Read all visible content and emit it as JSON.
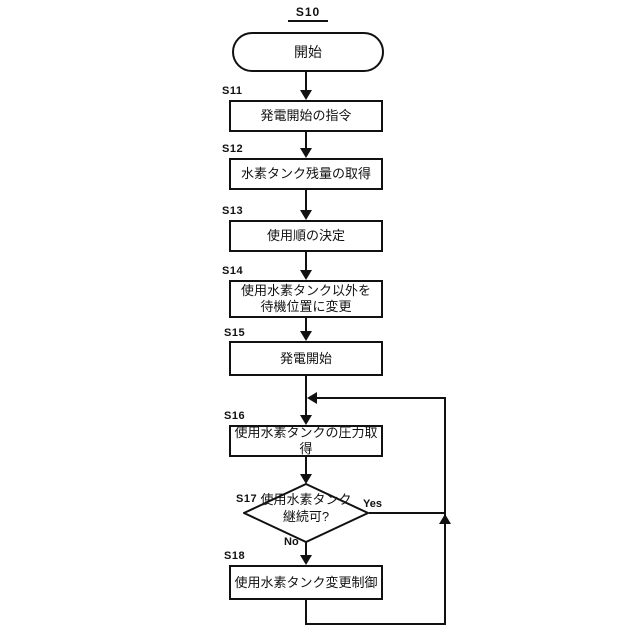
{
  "figure": {
    "reference_label": "S10",
    "terminator": {
      "label": "開始"
    },
    "steps": [
      {
        "id": "S11",
        "label": "発電開始の指令"
      },
      {
        "id": "S12",
        "label": "水素タンク残量の取得"
      },
      {
        "id": "S13",
        "label": "使用順の決定"
      },
      {
        "id": "S14",
        "label_line1": "使用水素タンク以外を",
        "label_line2": "待機位置に変更"
      },
      {
        "id": "S15",
        "label": "発電開始"
      },
      {
        "id": "S16",
        "label": "使用水素タンクの圧力取得"
      },
      {
        "id": "S17",
        "label_line1": "使用水素タンク",
        "label_line2": "継続可?",
        "yes_label": "Yes",
        "no_label": "No"
      },
      {
        "id": "S18",
        "label": "使用水素タンク変更制御"
      }
    ],
    "colors": {
      "line": "#111111",
      "background": "#ffffff"
    }
  }
}
